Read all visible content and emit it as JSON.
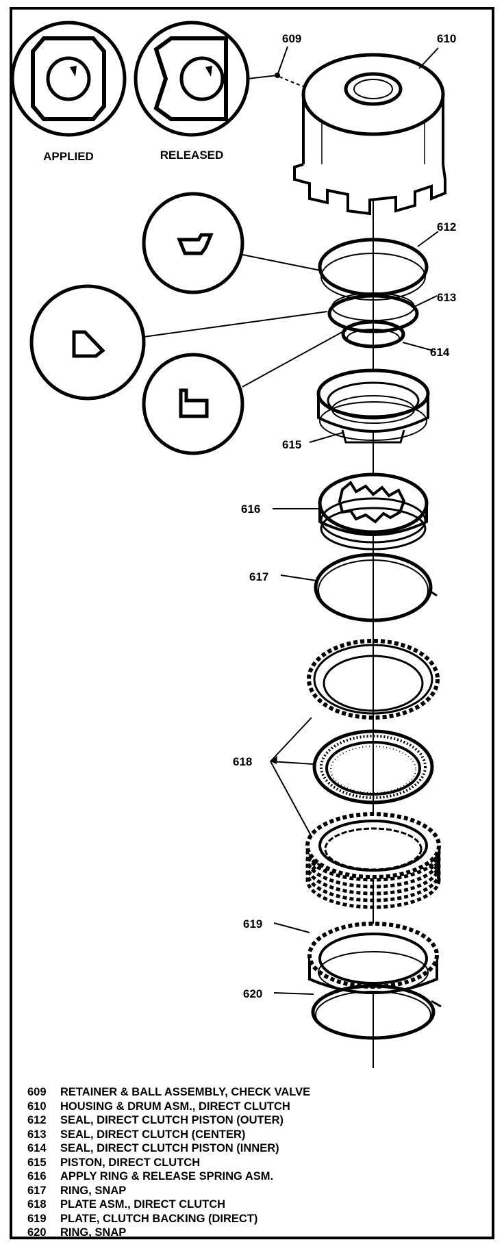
{
  "callouts": {
    "c609": "609",
    "c610": "610",
    "c612": "612",
    "c613": "613",
    "c614": "614",
    "c615": "615",
    "c616": "616",
    "c617": "617",
    "c618": "618",
    "c619": "619",
    "c620": "620"
  },
  "captions": {
    "applied": "APPLIED",
    "released": "RELEASED"
  },
  "legend": [
    {
      "num": "609",
      "desc": "RETAINER & BALL ASSEMBLY, CHECK VALVE"
    },
    {
      "num": "610",
      "desc": "HOUSING & DRUM ASM., DIRECT CLUTCH"
    },
    {
      "num": "612",
      "desc": "SEAL, DIRECT CLUTCH PISTON (OUTER)"
    },
    {
      "num": "613",
      "desc": "SEAL, DIRECT CLUTCH (CENTER)"
    },
    {
      "num": "614",
      "desc": "SEAL, DIRECT CLUTCH PISTON (INNER)"
    },
    {
      "num": "615",
      "desc": "PISTON, DIRECT CLUTCH"
    },
    {
      "num": "616",
      "desc": "APPLY RING & RELEASE SPRING ASM."
    },
    {
      "num": "617",
      "desc": "RING, SNAP"
    },
    {
      "num": "618",
      "desc": "PLATE ASM., DIRECT CLUTCH"
    },
    {
      "num": "619",
      "desc": "PLATE, CLUTCH BACKING (DIRECT)"
    },
    {
      "num": "620",
      "desc": "RING, SNAP"
    }
  ]
}
